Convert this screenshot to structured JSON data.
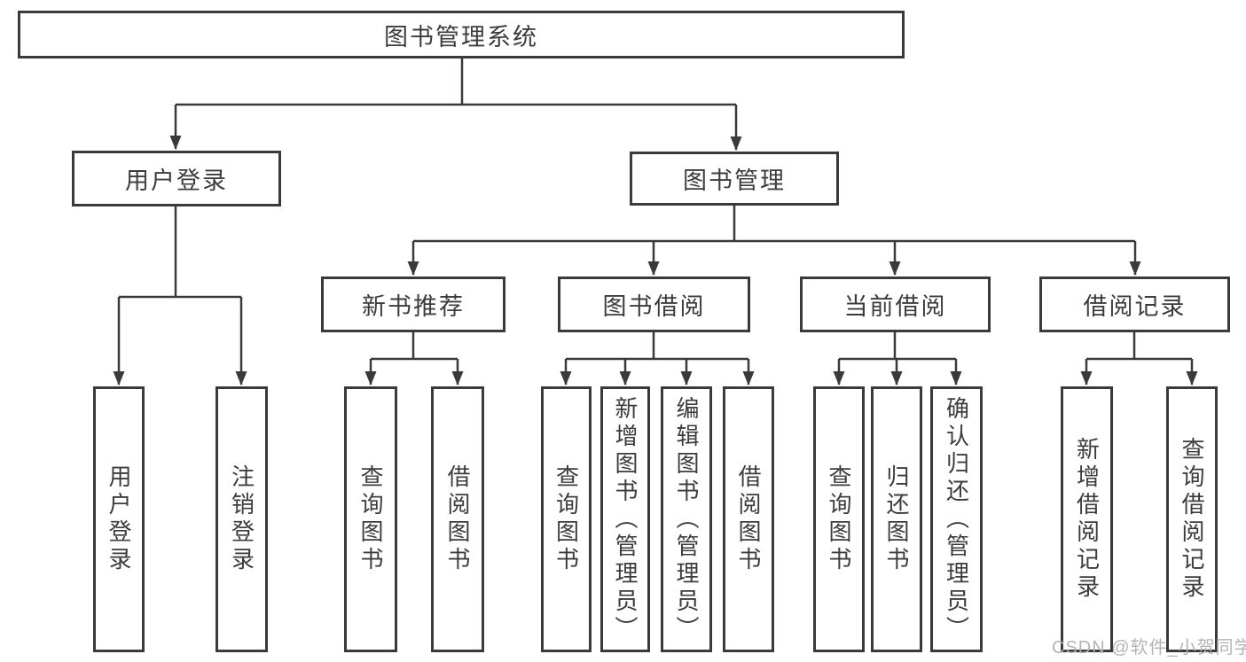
{
  "diagram": {
    "root": {
      "label": "图书管理系统"
    },
    "branches": [
      {
        "label": "用户登录",
        "children": [
          {
            "label": "用户登录"
          },
          {
            "label": "注销登录"
          }
        ]
      },
      {
        "label": "图书管理",
        "children": [
          {
            "label": "新书推荐",
            "children": [
              {
                "label": "查询图书"
              },
              {
                "label": "借阅图书"
              }
            ]
          },
          {
            "label": "图书借阅",
            "children": [
              {
                "label": "查询图书"
              },
              {
                "label": "新增图书（管理员）"
              },
              {
                "label": "编辑图书（管理员）"
              },
              {
                "label": "借阅图书"
              }
            ]
          },
          {
            "label": "当前借阅",
            "children": [
              {
                "label": "查询图书"
              },
              {
                "label": "归还图书"
              },
              {
                "label": "确认归还（管理员）"
              }
            ]
          },
          {
            "label": "借阅记录",
            "children": [
              {
                "label": "新增借阅记录"
              },
              {
                "label": "查询借阅记录"
              }
            ]
          }
        ]
      }
    ]
  },
  "watermark": {
    "text": "CSDN @软件_小贺同学"
  },
  "colors": {
    "line": "#3a3a3a",
    "text": "#3c3c3c",
    "watermark": "#b2b0b0",
    "background": "#ffffff"
  }
}
